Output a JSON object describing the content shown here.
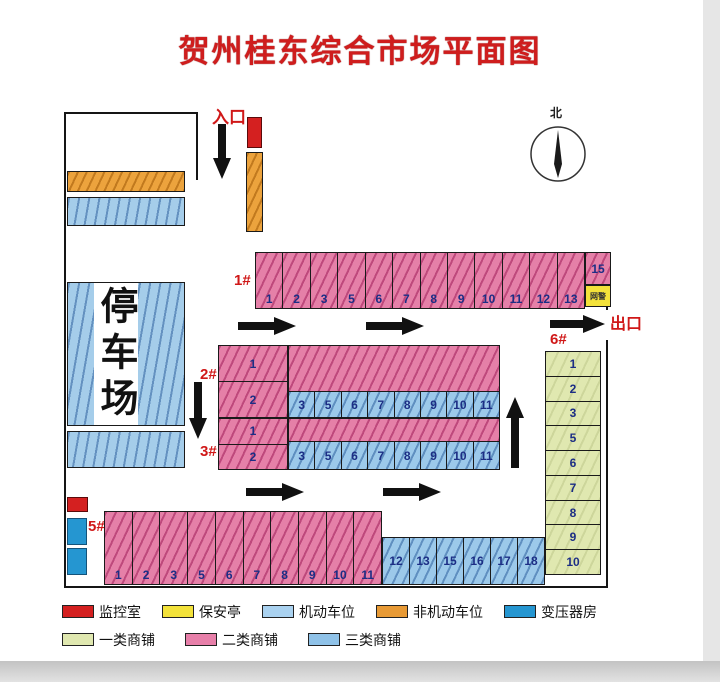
{
  "title": "贺州桂东综合市场平面图",
  "compass": {
    "north_label": "北"
  },
  "labels": {
    "entrance": "入口",
    "exit": "出口",
    "parking": "停车场",
    "guard_box": "网警",
    "row1": "1#",
    "row2": "2#",
    "row3": "3#",
    "row5": "5#",
    "row6": "6#"
  },
  "shops": {
    "row1": [
      "1",
      "2",
      "3",
      "5",
      "6",
      "7",
      "8",
      "9",
      "10",
      "11",
      "12",
      "13"
    ],
    "row1_end": "15",
    "row2_left": [
      "1",
      "2"
    ],
    "row2": [
      "3",
      "5",
      "6",
      "7",
      "8",
      "9",
      "10",
      "11"
    ],
    "row3_left": [
      "1",
      "2"
    ],
    "row3": [
      "3",
      "5",
      "6",
      "7",
      "8",
      "9",
      "10",
      "11"
    ],
    "row5_pink": [
      "1",
      "2",
      "3",
      "5",
      "6",
      "7",
      "8",
      "9",
      "10",
      "11"
    ],
    "row5_blue": [
      "12",
      "13",
      "15",
      "16",
      "17",
      "18"
    ],
    "row6": [
      "1",
      "2",
      "3",
      "5",
      "6",
      "7",
      "8",
      "9",
      "10"
    ]
  },
  "legend": {
    "row1": [
      {
        "label": "监控室",
        "color": "#d42020"
      },
      {
        "label": "保安亭",
        "color": "#f3e23a"
      },
      {
        "label": "机动车位",
        "color": "#aad2f0"
      },
      {
        "label": "非机动车位",
        "color": "#e89a35"
      },
      {
        "label": "变压器房",
        "color": "#2596d1"
      }
    ],
    "row2": [
      {
        "label": "一类商铺",
        "color": "#e0e8b0"
      },
      {
        "label": "二类商铺",
        "color": "#e77fa9"
      },
      {
        "label": "三类商铺",
        "color": "#8fc2e8"
      }
    ]
  }
}
